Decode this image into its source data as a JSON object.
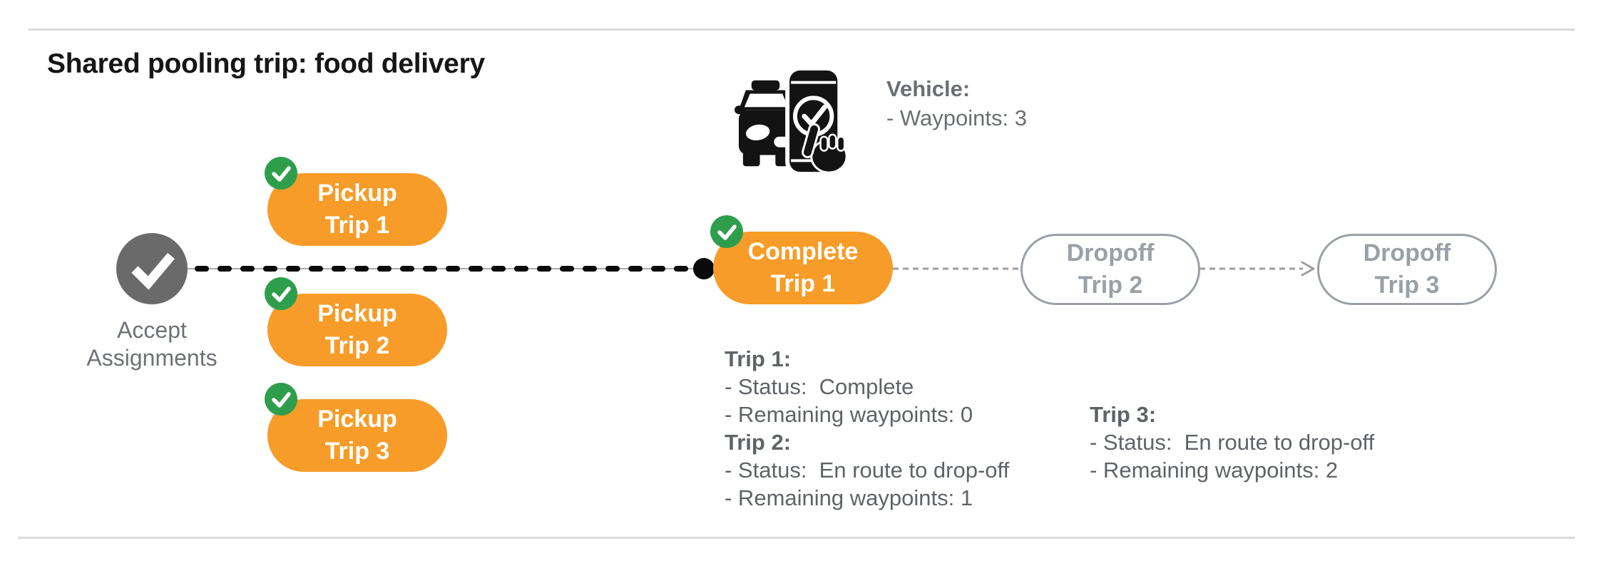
{
  "title": "Shared pooling trip: food delivery",
  "vehicle": {
    "label": "Vehicle:",
    "waypoints_line": "- Waypoints: 3"
  },
  "flow": {
    "accept": {
      "line1": "Accept",
      "line2": "Assignments"
    },
    "pickups": [
      {
        "line1": "Pickup",
        "line2": "Trip 1"
      },
      {
        "line1": "Pickup",
        "line2": "Trip 2"
      },
      {
        "line1": "Pickup",
        "line2": "Trip 3"
      }
    ],
    "complete": {
      "line1": "Complete",
      "line2": "Trip 1"
    },
    "dropoffs": [
      {
        "line1": "Dropoff",
        "line2": "Trip 2"
      },
      {
        "line1": "Dropoff",
        "line2": "Trip 3"
      }
    ]
  },
  "details_left": {
    "trip1_header": "Trip 1:",
    "trip1_status": "- Status:  Complete",
    "trip1_waypoints": "- Remaining waypoints: 0",
    "trip2_header": "Trip 2:",
    "trip2_status": "- Status:  En route to drop-off",
    "trip2_waypoints": "- Remaining waypoints: 1"
  },
  "details_right": {
    "trip3_header": "Trip 3:",
    "trip3_status": "- Status:  En route to drop-off",
    "trip3_waypoints": "- Remaining waypoints: 2"
  },
  "icons": {
    "vehicle": "car-phone-check-icon",
    "accept": "check-circle-icon",
    "badge": "check-badge-icon",
    "arrow": "arrow-right-icon"
  },
  "colors": {
    "node_orange": "#f79c28",
    "badge_green": "#2f9e4c",
    "accept_gray": "#6a6a6a",
    "text_gray": "#5f6368",
    "muted_gray": "#9aa0a6",
    "connector_black": "#0a0a0a",
    "divider_gray": "#dadada"
  }
}
